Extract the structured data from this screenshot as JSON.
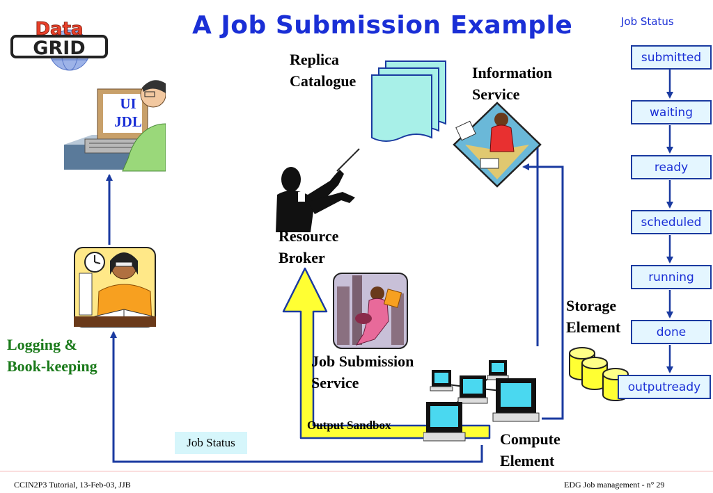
{
  "title": "A Job Submission Example",
  "logo": {
    "line1": "Data",
    "line2": "GRID"
  },
  "ui_screen": {
    "line1": "UI",
    "line2": "JDL"
  },
  "labels": {
    "replica_catalogue": [
      "Replica",
      "Catalogue"
    ],
    "information_service": [
      "Information",
      "Service"
    ],
    "resource_broker": [
      "Resource",
      "Broker"
    ],
    "logging": [
      "Logging &",
      "Book-keeping"
    ],
    "job_submission_service": [
      "Job Submission",
      "Service"
    ],
    "storage_element": [
      "Storage",
      "Element"
    ],
    "compute_element": [
      "Compute",
      "Element"
    ],
    "output_sandbox": "Output Sandbox",
    "job_status_badge": "Job Status"
  },
  "job_status": {
    "title": "Job Status",
    "states": [
      "submitted",
      "waiting",
      "ready",
      "scheduled",
      "running",
      "done",
      "outputready"
    ]
  },
  "footer": {
    "left": "CCIN2P3 Tutorial, 13-Feb-03, JJB",
    "right": "EDG Job management - n° 29"
  },
  "colors": {
    "title": "#1a2fd6",
    "arrow": "#1a3aa0",
    "status_fill": "#e4f6ff",
    "big_arrow_fill": "#ffff33",
    "logging_label": "#1a7a1a",
    "badge_fill": "#d6f6fb"
  }
}
